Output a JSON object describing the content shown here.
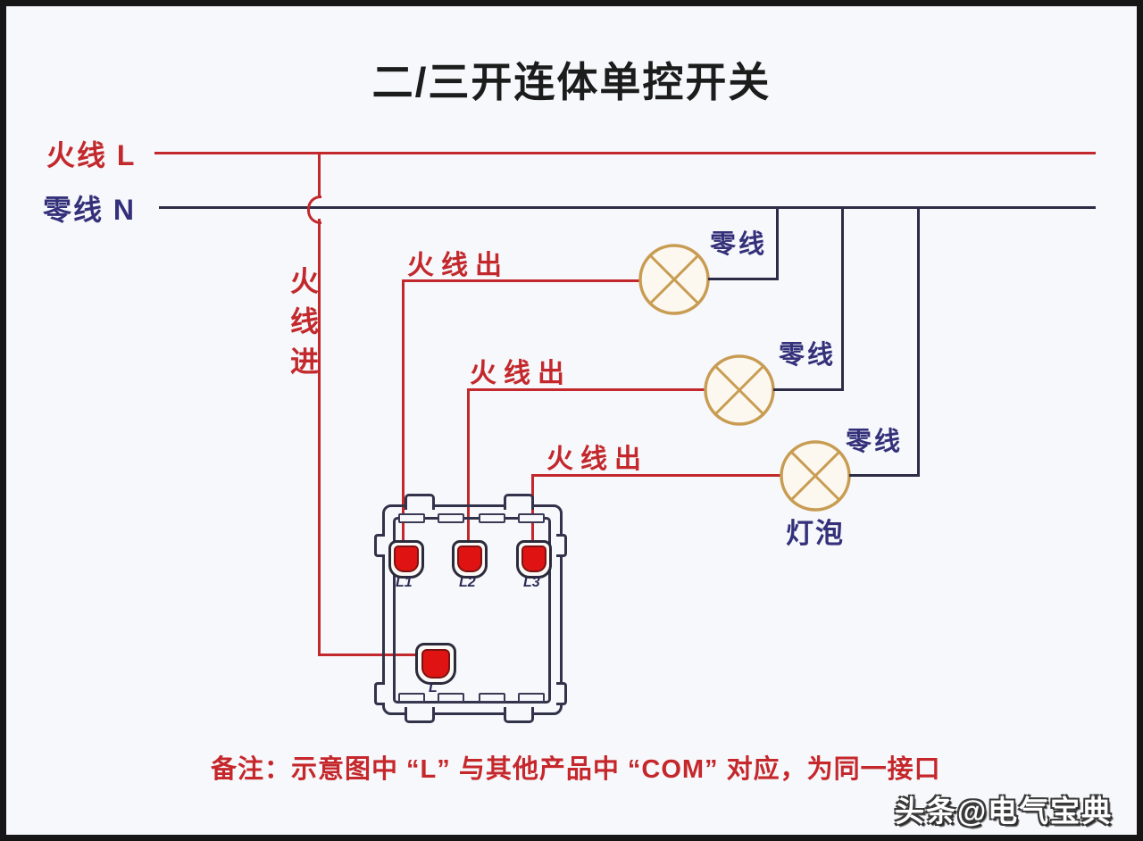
{
  "title": "二/三开连体单控开关",
  "colors": {
    "live": "#c3282c",
    "neutral_wire": "#2c2c46",
    "neutral_text": "#34307a",
    "lamp": "#c89c52",
    "lamp_fill": "#fcf8ef",
    "terminal_red": "#e01313",
    "note": "#c5272b",
    "background": "#f6f8fb",
    "frame": "#161616",
    "box_outline": "#32324a",
    "title": "#1c1c1c"
  },
  "wires": {
    "live_bus_label": "火线 L",
    "neutral_bus_label": "零线 N",
    "live_in_label": "火线进",
    "live_out_label": "火线出",
    "neutral_out_label": "零线"
  },
  "lamps": {
    "bulb_label": "灯泡"
  },
  "switch": {
    "terminals": [
      "L1",
      "L2",
      "L3"
    ],
    "com_terminal": "L"
  },
  "note": "备注：示意图中 “L” 与其他产品中 “COM” 对应，为同一接口",
  "watermark": "头条@电气宝典"
}
